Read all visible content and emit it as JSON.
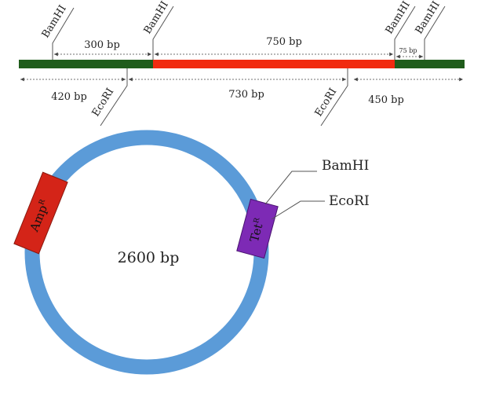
{
  "colors": {
    "fragment_flank": "#1f5c1b",
    "fragment_insert": "#f12b10",
    "plasmid_ring": "#5b9bd8",
    "amp_box": "#d42418",
    "tet_box": "#7d2ab5"
  },
  "linear_fragment": {
    "top_sites": [
      "BamHI",
      "BamHI",
      "BamHI",
      "BamHI"
    ],
    "bottom_sites": [
      "EcoRI",
      "EcoRI"
    ],
    "top_distances": [
      "300 bp",
      "750 bp",
      "75 bp"
    ],
    "bottom_distances": [
      "420 bp",
      "730 bp",
      "450 bp"
    ]
  },
  "plasmid": {
    "size_label": "2600 bp",
    "amp_gene": "Amp",
    "amp_superscript": "R",
    "tet_gene": "Tet",
    "tet_superscript": "R",
    "site_labels": [
      "BamHI",
      "EcoRI"
    ]
  }
}
